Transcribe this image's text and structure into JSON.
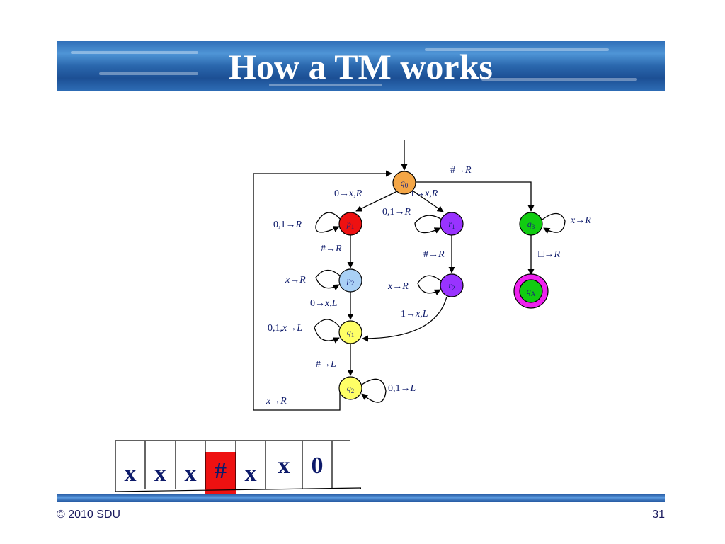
{
  "slide": {
    "title": "How a TM works",
    "footer": "© 2010 SDU",
    "page_number": "31"
  },
  "diagram": {
    "states": [
      {
        "id": "q0",
        "base": "q",
        "sub": "0",
        "color": "#f4a646"
      },
      {
        "id": "p1",
        "base": "p",
        "sub": "1",
        "color": "#ee1111"
      },
      {
        "id": "p2",
        "base": "p",
        "sub": "2",
        "color": "#a9d0f5"
      },
      {
        "id": "q1",
        "base": "q",
        "sub": "1",
        "color": "#ffff66"
      },
      {
        "id": "q2",
        "base": "q",
        "sub": "2",
        "color": "#ffff66"
      },
      {
        "id": "r1",
        "base": "r",
        "sub": "1",
        "color": "#9933ff"
      },
      {
        "id": "r2",
        "base": "r",
        "sub": "2",
        "color": "#9933ff"
      },
      {
        "id": "q3",
        "base": "q",
        "sub": "3",
        "color": "#11cc11"
      },
      {
        "id": "qA",
        "base": "q",
        "sub": "A",
        "color": "#11cc11",
        "ring_color": "#ee22ee"
      }
    ],
    "transitions": [
      {
        "from": "q0",
        "to": "p1",
        "read": "0",
        "write": "x,R"
      },
      {
        "from": "q0",
        "to": "r1",
        "read": "1",
        "write": "x,R"
      },
      {
        "from": "q0",
        "to": "q3",
        "read": "#",
        "write": "R"
      },
      {
        "from": "p1",
        "to": "p1",
        "read": "0,1",
        "write": "R"
      },
      {
        "from": "r1",
        "to": "r1",
        "read": "0,1",
        "write": "R"
      },
      {
        "from": "q3",
        "to": "q3",
        "read": "x",
        "write": "R"
      },
      {
        "from": "p1",
        "to": "p2",
        "read": "#",
        "write": "R"
      },
      {
        "from": "r1",
        "to": "r2",
        "read": "#",
        "write": "R"
      },
      {
        "from": "q3",
        "to": "qA",
        "read": "",
        "write": "R"
      },
      {
        "from": "p2",
        "to": "p2",
        "read": "x",
        "write": "R"
      },
      {
        "from": "r2",
        "to": "r2",
        "read": "x",
        "write": "R"
      },
      {
        "from": "p2",
        "to": "q1",
        "read": "0",
        "write": "x,L"
      },
      {
        "from": "r2",
        "to": "q1",
        "read": "1",
        "write": "x,L"
      },
      {
        "from": "q1",
        "to": "q1",
        "read": "0,1,x",
        "write": "L"
      },
      {
        "from": "q1",
        "to": "q2",
        "read": "#",
        "write": "L"
      },
      {
        "from": "q2",
        "to": "q2",
        "read": "0,1",
        "write": "L"
      },
      {
        "from": "q2",
        "to": "q0",
        "read": "x",
        "write": "R"
      }
    ],
    "arrow_symbol": "→"
  },
  "tape": {
    "cells": [
      "x",
      "x",
      "x",
      "#",
      "x",
      "x",
      "0"
    ],
    "head_index": 3,
    "head_color": "#ee1111"
  }
}
